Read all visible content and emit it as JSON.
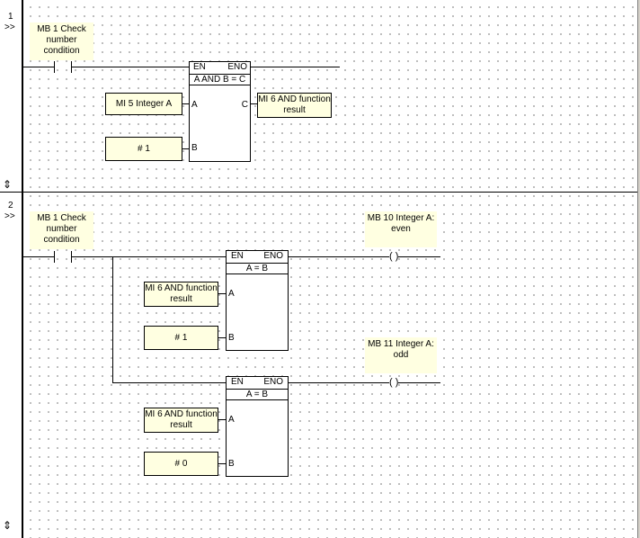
{
  "rungs": [
    {
      "number": "1",
      "arrow": ">>",
      "contact_label": "MB 1  Check number condition",
      "block": {
        "en": "EN",
        "eno": "ENO",
        "title": "A AND B = C",
        "pin_a": "A",
        "pin_b": "B",
        "pin_c": "C"
      },
      "input_a": "MI 5 Integer A",
      "input_b": "# 1",
      "output_c": "MI 6 AND function result"
    },
    {
      "number": "2",
      "arrow": ">>",
      "contact_label": "MB 1  Check number condition",
      "compare_blocks": [
        {
          "en": "EN",
          "eno": "ENO",
          "title": "A = B",
          "pin_a": "A",
          "pin_b": "B",
          "input_a": "MI 6 AND function result",
          "input_b": "# 1",
          "coil_label": "MB 10  Integer A:  even",
          "coil": "(     )"
        },
        {
          "en": "EN",
          "eno": "ENO",
          "title": "A = B",
          "pin_a": "A",
          "pin_b": "B",
          "input_a": "MI 6 AND function result",
          "input_b": "# 0",
          "coil_label": "MB 11  Integer A:  odd",
          "coil": "(     )"
        }
      ]
    }
  ],
  "resize_icon": "vertical-resize-arrow"
}
